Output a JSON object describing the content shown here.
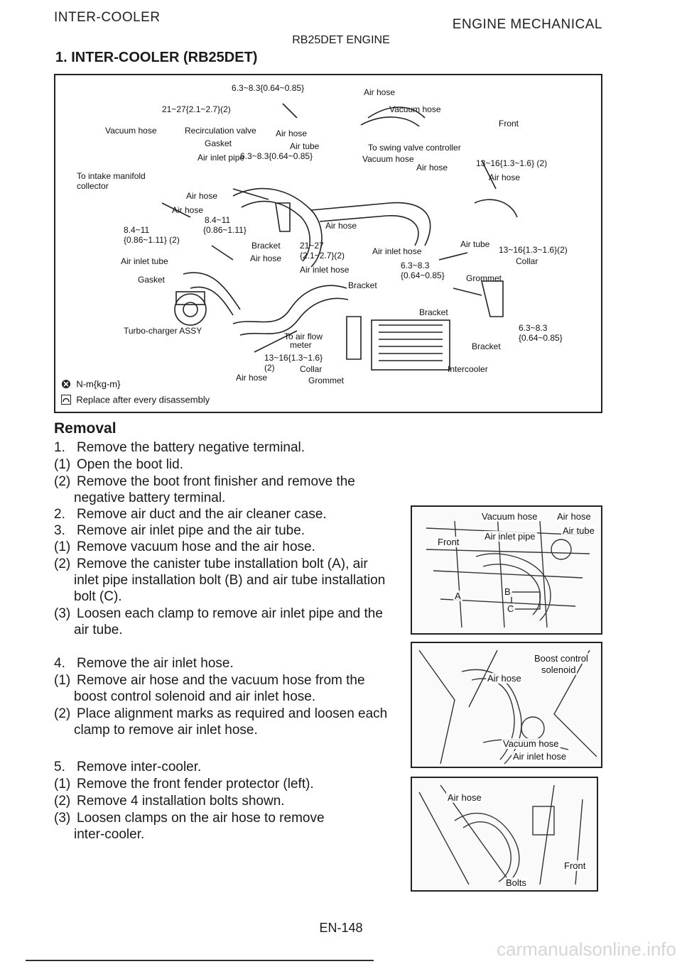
{
  "header": {
    "left": "INTER-COOLER",
    "right": "ENGINE MECHANICAL",
    "center": "RB25DET ENGINE"
  },
  "section_title": "1. INTER-COOLER (RB25DET)",
  "figure": {
    "labels": {
      "torque_top": "6.3~8.3{0.64~0.85}",
      "air_hose_top": "Air hose",
      "torque_21_27": "21~27{2.1~2.7}(2)",
      "vacuum_hose_top": "Vacuum hose",
      "front": "Front",
      "vacuum_hose_left": "Vacuum hose",
      "recirculation_valve": "Recirculation valve",
      "air_hose_mid": "Air hose",
      "gasket_top": "Gasket",
      "air_tube_top": "Air tube",
      "to_swing_valve": "To swing valve controller",
      "air_inlet_pipe": "Air inlet pipe",
      "torque_mid": "6.3~8.3{0.64~0.85}",
      "vacuum_hose_mid": "Vacuum hose",
      "air_hose_right": "Air hose",
      "torque_13_16_top": "13~16{1.3~1.6} (2)",
      "to_intake": "To intake manifold",
      "collector": "collector",
      "air_hose_left": "Air hose",
      "air_hose_right2": "Air hose",
      "air_hose_left2": "Air hose",
      "torque_84_11_a": "8.4~11",
      "torque_086_a": "{0.86~1.11}",
      "torque_84_11_b": "8.4~11",
      "torque_086_b": "{0.86~1.11} (2)",
      "air_hose_center": "Air hose",
      "bracket_center": "Bracket",
      "air_hose_center2": "Air hose",
      "torque_21_27_b": "21~27",
      "torque_21_27_b2": "{2.1~2.7}(2)",
      "air_inlet_hose": "Air inlet hose",
      "air_inlet_hose2": "Air inlet hose",
      "air_tube_right": "Air tube",
      "torque_13_16_right": "13~16{1.3~1.6}(2)",
      "collar_right": "Collar",
      "air_inlet_tube": "Air inlet tube",
      "torque_63_83": "6.3~8.3",
      "torque_064": "{0.64~0.85}",
      "grommet_right": "Grommet",
      "gasket_left": "Gasket",
      "bracket_mid": "Bracket",
      "bracket_right": "Bracket",
      "turbo": "Turbo-charger ASSY",
      "to_air_flow": "To air flow",
      "meter": "meter",
      "torque_63_83_b": "6.3~8.3",
      "torque_064_b": "{0.64~0.85}",
      "bracket_low": "Bracket",
      "torque_13_16_low": "13~16{1.3~1.6}",
      "torque_2": "(2)",
      "collar_low": "Collar",
      "intercooler": "Intercooler",
      "air_hose_low": "Air hose",
      "grommet_low": "Grommet"
    },
    "legend": {
      "nm": "N-m{kg-m}",
      "replace": "Replace after every disassembly"
    }
  },
  "removal": {
    "title": "Removal",
    "steps": [
      {
        "num": "1.",
        "text": "Remove the battery negative terminal."
      },
      {
        "num": "(1)",
        "text": "Open the boot lid."
      },
      {
        "num": "(2)",
        "text": "Remove the boot front finisher and remove the"
      },
      {
        "num": "",
        "text": "negative battery terminal."
      },
      {
        "num": "2.",
        "text": "Remove air duct and the air cleaner case."
      },
      {
        "num": "3.",
        "text": "Remove air inlet pipe and the air tube."
      },
      {
        "num": "(1)",
        "text": "Remove vacuum hose and the air hose."
      },
      {
        "num": "(2)",
        "text": "Remove the canister tube installation bolt (A), air"
      },
      {
        "num": "",
        "text": "inlet pipe installation bolt (B) and air tube installation"
      },
      {
        "num": "",
        "text": "bolt (C)."
      },
      {
        "num": "(3)",
        "text": "Loosen each clamp to remove air inlet pipe and the"
      },
      {
        "num": "",
        "text": "air tube."
      },
      {
        "num": "4.",
        "text": "Remove the air inlet hose."
      },
      {
        "num": "(1)",
        "text": "Remove air hose and the vacuum hose from the"
      },
      {
        "num": "",
        "text": "boost control solenoid and air inlet hose."
      },
      {
        "num": "(2)",
        "text": "Place alignment marks as required and loosen each"
      },
      {
        "num": "",
        "text": "clamp to remove air inlet hose."
      },
      {
        "num": "5.",
        "text": "Remove inter-cooler."
      },
      {
        "num": "(1)",
        "text": "Remove the front fender protector (left)."
      },
      {
        "num": "(2)",
        "text": "Remove 4 installation bolts shown."
      },
      {
        "num": "(3)",
        "text": "Loosen clamps on the air hose to remove"
      },
      {
        "num": "",
        "text": "inter-cooler."
      }
    ]
  },
  "pictures": {
    "pic1": {
      "vacuum_hose": "Vacuum hose",
      "air_hose": "Air hose",
      "air_tube": "Air tube",
      "front": "Front",
      "air_inlet_pipe": "Air inlet pipe",
      "a": "A",
      "b": "B",
      "c": "C"
    },
    "pic2": {
      "boost_control": "Boost control",
      "solenoid": "solenoid",
      "air_hose": "Air hose",
      "vacuum_hose": "Vacuum hose",
      "air_inlet_hose": "Air inlet hose"
    },
    "pic3": {
      "air_hose": "Air hose",
      "front": "Front",
      "bolts": "Bolts"
    }
  },
  "footer": "EN-148",
  "watermark": "carmanualsonline.info"
}
